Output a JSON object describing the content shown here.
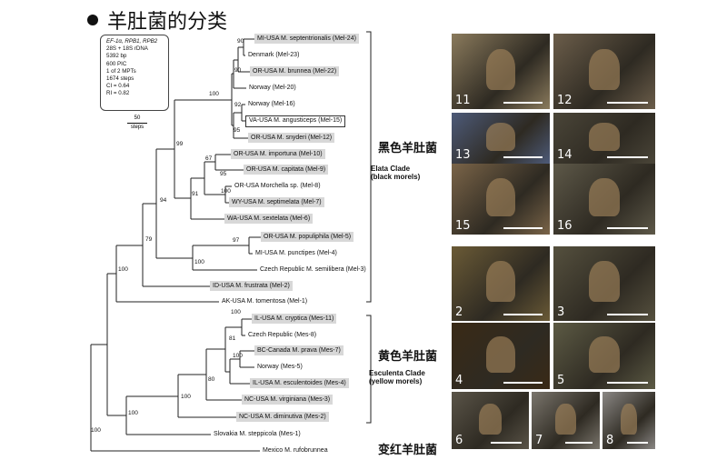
{
  "title": "羊肚菌的分类",
  "info": {
    "lines": [
      "EF-1α, RPB1, RPB2",
      "28S + 18S rDNA",
      "5392 bp",
      "600 PIC",
      "1 of 2 MPTs",
      "1674 steps",
      "CI = 0.64",
      "RI = 0.82"
    ],
    "scale_value": "50",
    "scale_unit": "steps"
  },
  "taxa": [
    {
      "text": "MI-USA M. septentrionalis (Mel-24)",
      "hl": true
    },
    {
      "text": "Denmark (Mel-23)",
      "hl": false
    },
    {
      "text": "OR-USA M. brunnea (Mel-22)",
      "hl": true
    },
    {
      "text": "Norway (Mel-20)",
      "hl": false
    },
    {
      "text": "Norway (Mel-16)",
      "hl": false
    },
    {
      "text": "VA-USA M. angusticeps (Mel-15)",
      "hl": false,
      "box": true
    },
    {
      "text": "OR-USA M. snyderi (Mel-12)",
      "hl": true
    },
    {
      "text": "OR-USA M. importuna (Mel-10)",
      "hl": true
    },
    {
      "text": "OR-USA M. capitata (Mel-9)",
      "hl": true
    },
    {
      "text": "OR-USA Morchella sp. (Mel-8)",
      "hl": false
    },
    {
      "text": "WY-USA M. septimelata (Mel-7)",
      "hl": true
    },
    {
      "text": "WA-USA M. sextelata (Mel-6)",
      "hl": true
    },
    {
      "text": "OR-USA M. populiphila (Mel-5)",
      "hl": true
    },
    {
      "text": "MI-USA M. punctipes (Mel-4)",
      "hl": false
    },
    {
      "text": "Czech Republic M. semilibera (Mel-3)",
      "hl": false
    },
    {
      "text": "ID-USA M. frustrata (Mel-2)",
      "hl": true
    },
    {
      "text": "AK-USA M. tomentosa (Mel-1)",
      "hl": false
    },
    {
      "text": "IL-USA M. cryptica (Mes-11)",
      "hl": true
    },
    {
      "text": "Czech Republic (Mes-8)",
      "hl": false
    },
    {
      "text": "BC-Canada M. prava (Mes-7)",
      "hl": true
    },
    {
      "text": "Norway (Mes-5)",
      "hl": false
    },
    {
      "text": "IL-USA M. esculentoides (Mes-4)",
      "hl": true
    },
    {
      "text": "NC-USA M. virginiana (Mes-3)",
      "hl": true
    },
    {
      "text": "NC-USA M. diminutiva (Mes-2)",
      "hl": true
    },
    {
      "text": "Slovakia M. steppicola (Mes-1)",
      "hl": false
    },
    {
      "text": "Mexico M. rufobrunnea",
      "hl": false
    }
  ],
  "bootstrap": [
    "90",
    "90",
    "92",
    "95",
    "100",
    "67",
    "95",
    "100",
    "91",
    "99",
    "97",
    "100",
    "94",
    "79",
    "100",
    "100",
    "81",
    "100",
    "80",
    "100",
    "100",
    "100"
  ],
  "groups": {
    "black_cn": "黑色羊肚菌",
    "black_clade_1": "Elata Clade",
    "black_clade_2": "(black morels)",
    "yellow_cn": "黄色羊肚菌",
    "yellow_clade_1": "Esculenta Clade",
    "yellow_clade_2": "(yellow morels)",
    "red_cn": "变红羊肚菌"
  },
  "photos": [
    {
      "num": "11",
      "color": "#8a7a5c"
    },
    {
      "num": "12",
      "color": "#6b5d4a"
    },
    {
      "num": "13",
      "color": "#4d5a78"
    },
    {
      "num": "14",
      "color": "#4a4538"
    },
    {
      "num": "15",
      "color": "#7a6448"
    },
    {
      "num": "16",
      "color": "#5d5848"
    },
    {
      "num": "2",
      "color": "#6a5a36"
    },
    {
      "num": "3",
      "color": "#55503e"
    },
    {
      "num": "4",
      "color": "#3a2a16"
    },
    {
      "num": "5",
      "color": "#5c5a44"
    },
    {
      "num": "6",
      "color": "#5a5448"
    },
    {
      "num": "7",
      "color": "#7a756c"
    },
    {
      "num": "8",
      "color": "#8a8784"
    }
  ]
}
